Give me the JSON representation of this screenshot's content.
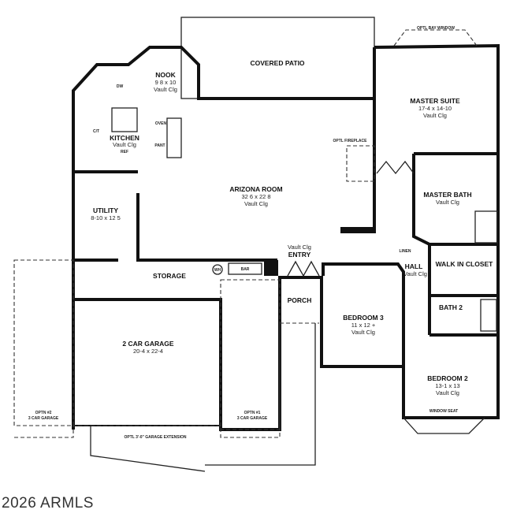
{
  "rooms": {
    "covered_patio": {
      "name": "COVERED PATIO"
    },
    "nook": {
      "name": "NOOK",
      "size": "9 8 x 10",
      "ceiling": "Vault Clg"
    },
    "kitchen": {
      "name": "KITCHEN",
      "ceiling": "Vault Clg"
    },
    "arizona_room": {
      "name": "ARIZONA ROOM",
      "size": "32 6 x 22 8",
      "ceiling": "Vault Clg"
    },
    "master_suite": {
      "name": "MASTER SUITE",
      "size": "17-4 x 14-10",
      "ceiling": "Vault Clg"
    },
    "master_bath": {
      "name": "MASTER BATH",
      "ceiling": "Vault Clg"
    },
    "utility": {
      "name": "UTILITY",
      "size": "8-10 x 12 5"
    },
    "storage": {
      "name": "STORAGE"
    },
    "entry": {
      "name": "ENTRY",
      "ceiling": "Vault Clg"
    },
    "porch": {
      "name": "PORCH"
    },
    "hall": {
      "name": "HALL",
      "ceiling": "Vault Clg"
    },
    "walk_in_closet": {
      "name": "WALK IN CLOSET"
    },
    "bath2": {
      "name": "BATH 2"
    },
    "bedroom3": {
      "name": "BEDROOM 3",
      "size": "11 x 12 +",
      "ceiling": "Vault Clg"
    },
    "bedroom2": {
      "name": "BEDROOM 2",
      "size": "13-1 x 13",
      "ceiling": "Vault Clg"
    },
    "garage": {
      "name": "2 CAR GARAGE",
      "size": "20-4 x 22-4"
    }
  },
  "fixtures": {
    "dw": "DW",
    "ct": "C/T",
    "oven": "OVEN",
    "pant": "PANT",
    "ref": "REF",
    "wh": "WH",
    "bar": "BAR",
    "linen": "LINEN",
    "window_seat": "WINDOW SEAT"
  },
  "options": {
    "bay_window": "OPTL BAY WINDOW",
    "fireplace": "OPTL FIREPLACE",
    "opt2_garage": [
      "OPTN #2",
      "3 CAR GARAGE"
    ],
    "opt1_garage": [
      "OPTN #1",
      "3 CAR GARAGE"
    ],
    "garage_extension": "OPTL 3'-0\" GARAGE EXTENSION"
  },
  "copyright": "2026 ARMLS"
}
